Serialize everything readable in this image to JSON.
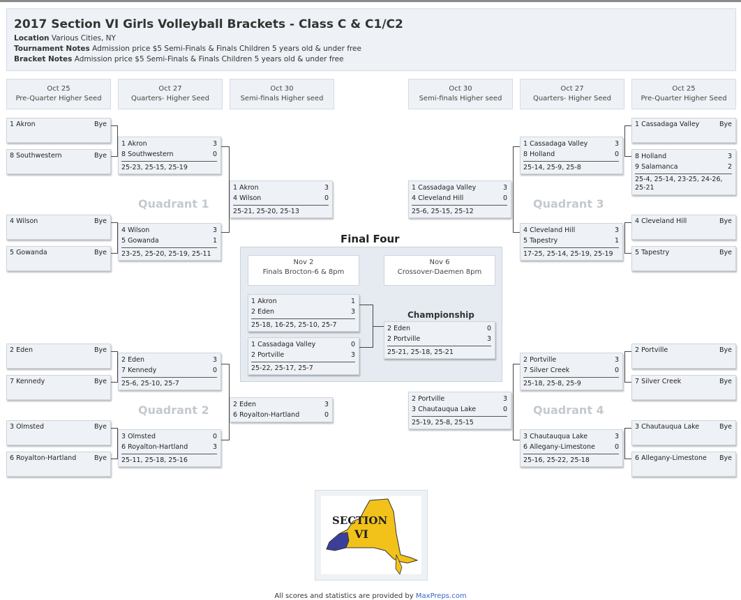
{
  "header": {
    "title": "2017 Section VI Girls Volleyball Brackets - Class C & C1/C2",
    "location_label": "Location",
    "location": "Various Cities, NY",
    "tournament_notes_label": "Tournament Notes",
    "tournament_notes": "Admission price $5 Semi-Finals & Finals Children 5 years old  & under free",
    "bracket_notes_label": "Bracket Notes",
    "bracket_notes": "Admission price $5 Semi-Finals & Finals Children 5 years old  & under free"
  },
  "rounds": {
    "l1": {
      "date": "Oct 25",
      "name": "Pre-Quarter Higher Seed"
    },
    "l2": {
      "date": "Oct 27",
      "name": "Quarters- Higher Seed"
    },
    "l3": {
      "date": "Oct 30",
      "name": "Semi-finals Higher seed"
    },
    "r3": {
      "date": "Oct 30",
      "name": "Semi-finals Higher seed"
    },
    "r2": {
      "date": "Oct 27",
      "name": "Quarters- Higher Seed"
    },
    "r1": {
      "date": "Oct 25",
      "name": "Pre-Quarter Higher Seed"
    }
  },
  "quadrants": {
    "q1": "Quadrant 1",
    "q2": "Quadrant 2",
    "q3": "Quadrant 3",
    "q4": "Quadrant 4"
  },
  "pre": {
    "l1": {
      "team": "1 Akron",
      "res": "Bye"
    },
    "l2": {
      "team": "8 Southwestern",
      "res": "Bye"
    },
    "l3": {
      "team": "4 Wilson",
      "res": "Bye"
    },
    "l4": {
      "team": "5 Gowanda",
      "res": "Bye"
    },
    "l5": {
      "team": "2 Eden",
      "res": "Bye"
    },
    "l6": {
      "team": "7 Kennedy",
      "res": "Bye"
    },
    "l7": {
      "team": "3 Olmsted",
      "res": "Bye"
    },
    "l8": {
      "team": "6 Royalton-Hartland",
      "res": "Bye"
    },
    "r1": {
      "team": "1 Cassadaga Valley",
      "res": "Bye"
    },
    "r3": {
      "team": "4 Cleveland Hill",
      "res": "Bye"
    },
    "r4": {
      "team": "5 Tapestry",
      "res": "Bye"
    },
    "r5": {
      "team": "2 Portville",
      "res": "Bye"
    },
    "r6": {
      "team": "7 Silver Creek",
      "res": "Bye"
    },
    "r7": {
      "team": "3 Chautauqua Lake",
      "res": "Bye"
    },
    "r8": {
      "team": "6 Allegany-Limestone",
      "res": "Bye"
    },
    "r2m": {
      "t1": "8 Holland",
      "s1": "3",
      "t2": "9 Salamanca",
      "s2": "2",
      "scores": "25-4, 25-14, 23-25, 24-26, 25-21"
    }
  },
  "quarters": {
    "l1": {
      "t1": "1 Akron",
      "s1": "3",
      "t2": "8 Southwestern",
      "s2": "0",
      "scores": "25-23, 25-15, 25-19"
    },
    "l2": {
      "t1": "4 Wilson",
      "s1": "3",
      "t2": "5 Gowanda",
      "s2": "1",
      "scores": "23-25, 25-20, 25-19, 25-11"
    },
    "l3": {
      "t1": "2 Eden",
      "s1": "3",
      "t2": "7 Kennedy",
      "s2": "0",
      "scores": "25-6, 25-10, 25-7"
    },
    "l4": {
      "t1": "3 Olmsted",
      "s1": "0",
      "t2": "6 Royalton-Hartland",
      "s2": "3",
      "scores": "25-11, 25-18, 25-16"
    },
    "r1": {
      "t1": "1 Cassadaga Valley",
      "s1": "3",
      "t2": "8 Holland",
      "s2": "0",
      "scores": "25-14, 25-9, 25-8"
    },
    "r2": {
      "t1": "4 Cleveland Hill",
      "s1": "3",
      "t2": "5 Tapestry",
      "s2": "1",
      "scores": "17-25, 25-14, 25-19, 25-19"
    },
    "r3": {
      "t1": "2 Portville",
      "s1": "3",
      "t2": "7 Silver Creek",
      "s2": "0",
      "scores": "25-18, 25-8, 25-9"
    },
    "r4": {
      "t1": "3 Chautauqua Lake",
      "s1": "3",
      "t2": "6 Allegany-Limestone",
      "s2": "0",
      "scores": "25-16, 25-22, 25-18"
    }
  },
  "semis": {
    "l1": {
      "t1": "1 Akron",
      "s1": "3",
      "t2": "4 Wilson",
      "s2": "0",
      "scores": "25-21, 25-20, 25-13"
    },
    "l2": {
      "t1": "2 Eden",
      "s1": "3",
      "t2": "6 Royalton-Hartland",
      "s2": "0"
    },
    "r1": {
      "t1": "1 Cassadaga Valley",
      "s1": "3",
      "t2": "4 Cleveland Hill",
      "s2": "0",
      "scores": "25-6, 25-15, 25-12"
    },
    "r2": {
      "t1": "2 Portville",
      "s1": "3",
      "t2": "3 Chautauqua Lake",
      "s2": "0",
      "scores": "25-19, 25-8, 25-15"
    }
  },
  "final_four": {
    "title": "Final Four",
    "finals_info": {
      "date": "Nov 2",
      "name": "Finals Brocton-6 & 8pm"
    },
    "crossover_info": {
      "date": "Nov 6",
      "name": "Crossover-Daemen 8pm"
    },
    "sf1": {
      "t1": "1 Akron",
      "s1": "1",
      "t2": "2 Eden",
      "s2": "3",
      "scores": "25-18, 16-25, 25-10, 25-7"
    },
    "sf2": {
      "t1": "1 Cassadaga Valley",
      "s1": "0",
      "t2": "2 Portville",
      "s2": "3",
      "scores": "25-22, 25-17, 25-7"
    },
    "championship_label": "Championship",
    "final": {
      "t1": "2 Eden",
      "s1": "0",
      "t2": "2 Portville",
      "s2": "3",
      "scores": "25-21, 25-18, 25-21"
    }
  },
  "logo": {
    "line1": "SECTION",
    "line2": "VI"
  },
  "footer": {
    "text": "All scores and statistics are provided by",
    "link": "MaxPreps.com"
  },
  "colors": {
    "box_bg": "#eef2f6",
    "logo_yellow": "#f2c21b",
    "logo_blue": "#3b3f9a",
    "link": "#3366bb"
  }
}
